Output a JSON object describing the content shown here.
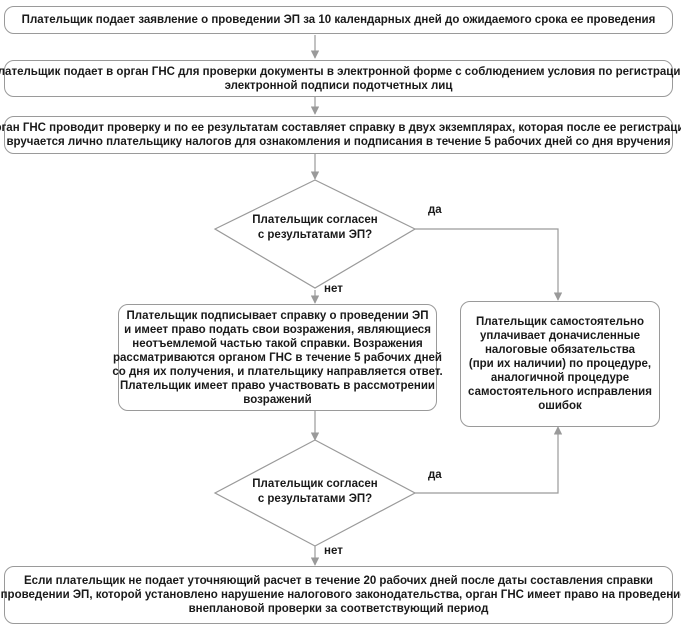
{
  "steps": {
    "s1": [
      "Плательщик подает заявление о проведении ЭП за 10 календарных дней до ожидаемого срока ее проведения"
    ],
    "s2": [
      "Плательщик подает в орган ГНС для проверки документы в электронной форме с соблюдением условия по регистрации",
      "электронной подписи подотчетных лиц"
    ],
    "s3": [
      "Орган ГНС проводит проверку и по ее результатам составляет справку в двух экземплярах, которая после ее регистрации",
      "вручается лично плательщику налогов для ознакомления и подписания в течение 5 рабочих дней со дня вручения"
    ],
    "decision1": [
      "Плательщик согласен",
      "с результатами ЭП?"
    ],
    "s4": [
      "Плательщик подписывает справку о проведении ЭП",
      "и имеет право подать свои возражения, являющиеся",
      "неотъемлемой частью такой справки. Возражения",
      "рассматриваются органом ГНС в течение 5 рабочих дней",
      "со дня их получения, и плательщику направляется ответ.",
      "Плательщик имеет право участвовать в рассмотрении",
      "возражений"
    ],
    "s5": [
      "Плательщик самостоятельно",
      "уплачивает доначисленные",
      "налоговые обязательства",
      "(при их наличии) по процедуре,",
      "аналогичной процедуре",
      "самостоятельного исправления",
      "ошибок"
    ],
    "decision2": [
      "Плательщик согласен",
      "с результатами ЭП?"
    ],
    "s6": [
      "Если плательщик не подает уточняющий расчет в течение 20 рабочих дней после даты составления справки",
      "о проведении ЭП, которой установлено нарушение налогового законодательства, орган ГНС имеет право на проведение",
      "внеплановой проверки за соответствующий период"
    ]
  },
  "labels": {
    "yes1": "да",
    "no1": "нет",
    "yes2": "да",
    "no2": "нет"
  }
}
